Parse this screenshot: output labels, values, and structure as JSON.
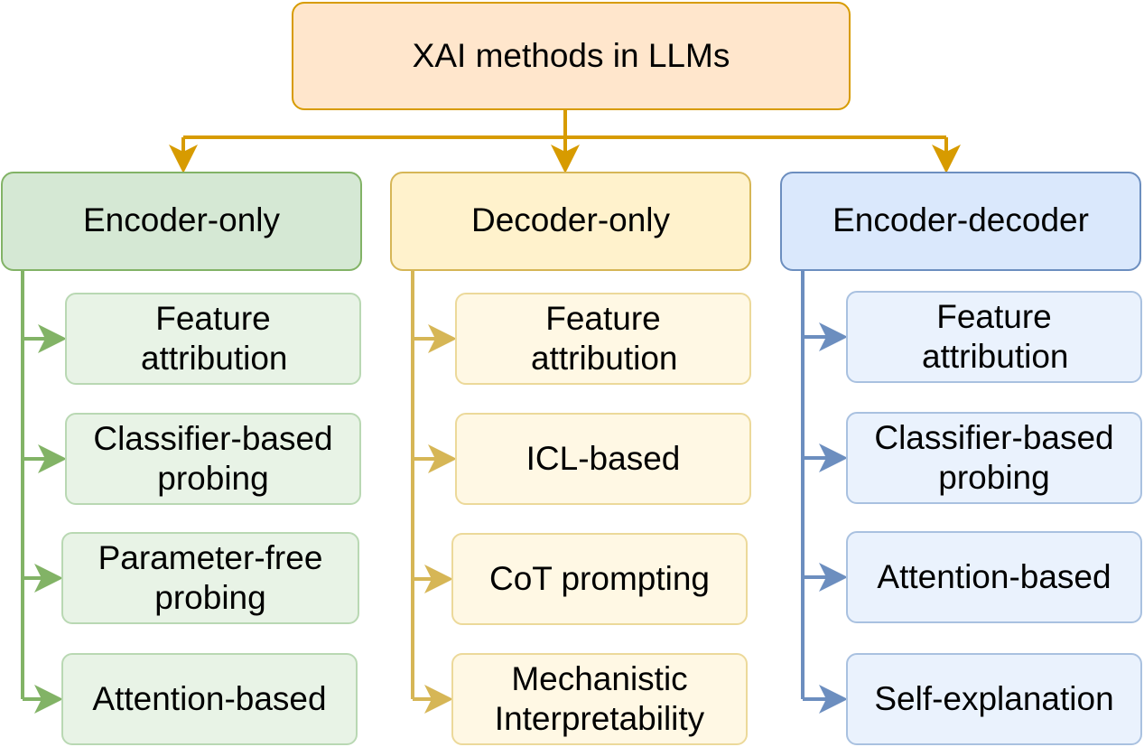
{
  "root": {
    "label": "XAI methods in LLMs"
  },
  "colors": {
    "root_fill": "#ffe6cc",
    "root_stroke": "#d79b00",
    "encoder_fill": "#d5e8d4",
    "encoder_stroke": "#82b366",
    "decoder_fill": "#fff2cc",
    "decoder_stroke": "#d6b656",
    "encdec_fill": "#dae8fc",
    "encdec_stroke": "#6c8ebf"
  },
  "categories": [
    {
      "label": "Encoder-only",
      "methods": [
        "Feature attribution",
        "Classifier-based probing",
        "Parameter-free probing",
        "Attention-based"
      ]
    },
    {
      "label": "Decoder-only",
      "methods": [
        "Feature attribution",
        "ICL-based",
        "CoT prompting",
        "Mechanistic Interpretability"
      ]
    },
    {
      "label": "Encoder-decoder",
      "methods": [
        "Feature attribution",
        "Classifier-based probing",
        "Attention-based",
        "Self-explanation"
      ]
    }
  ]
}
